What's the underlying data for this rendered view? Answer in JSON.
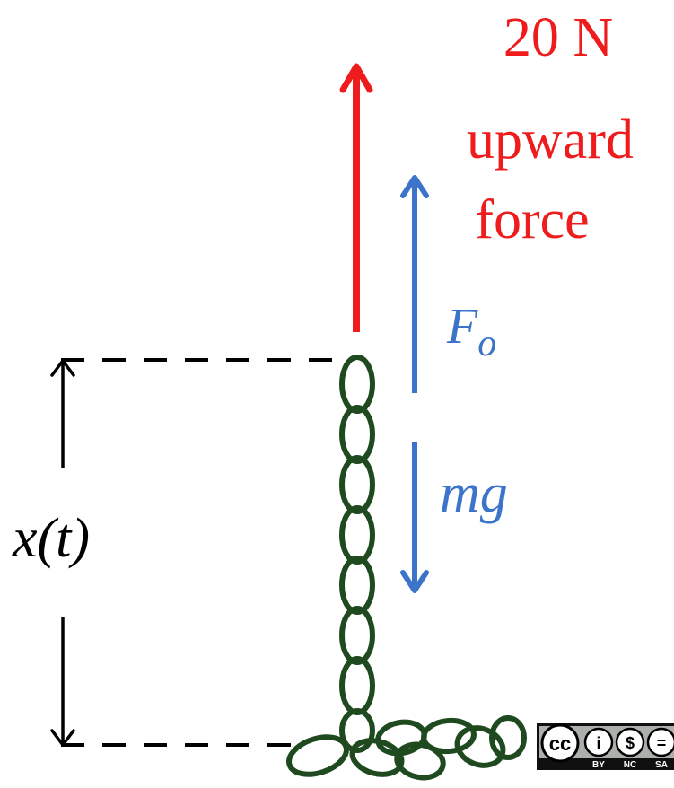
{
  "force_label": {
    "magnitude": "20 N",
    "line2": "upward",
    "line3": "force"
  },
  "vectors": {
    "applied_force": "F",
    "applied_force_subscript": "o",
    "weight": "mg"
  },
  "height_label": "x(t)",
  "license": {
    "glyphs": [
      "cc",
      "i",
      "$",
      "="
    ],
    "terms": [
      "BY",
      "NC",
      "SA"
    ]
  },
  "colors": {
    "applied": "#ee1c1c",
    "vector": "#3b74c9",
    "chain": "#1f4a1f",
    "dim": "#000000"
  }
}
